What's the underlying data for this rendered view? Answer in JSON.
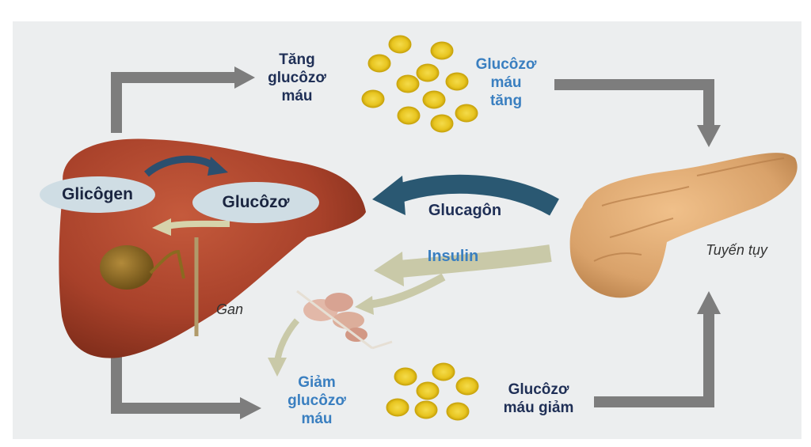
{
  "labels": {
    "increase_blood_glucose": "Tăng\nglucôzơ\nmáu",
    "blood_glucose_raised": "Glucôzơ\nmáu\ntăng",
    "glycogen": "Glicôgen",
    "glucose": "Glucôzơ",
    "glucagon": "Glucagôn",
    "insulin": "Insulin",
    "liver": "Gan",
    "pancreas": "Tuyến tụy",
    "decrease_blood_glucose": "Giảm\nglucôzơ\nmáu",
    "blood_glucose_lowered": "Glucôzơ\nmáu giảm"
  },
  "colors": {
    "panel": "#eceeef",
    "gray_arrow": "#7d7d7d",
    "glucagon_arrow": "#2a5872",
    "insulin_arrow": "#c9c9a8",
    "liver": "#a8412a",
    "pancreas": "#d9a26a",
    "glucose_dot": "#e8c520",
    "dark_text": "#1f2f56",
    "blue_text": "#3a7fc0"
  }
}
